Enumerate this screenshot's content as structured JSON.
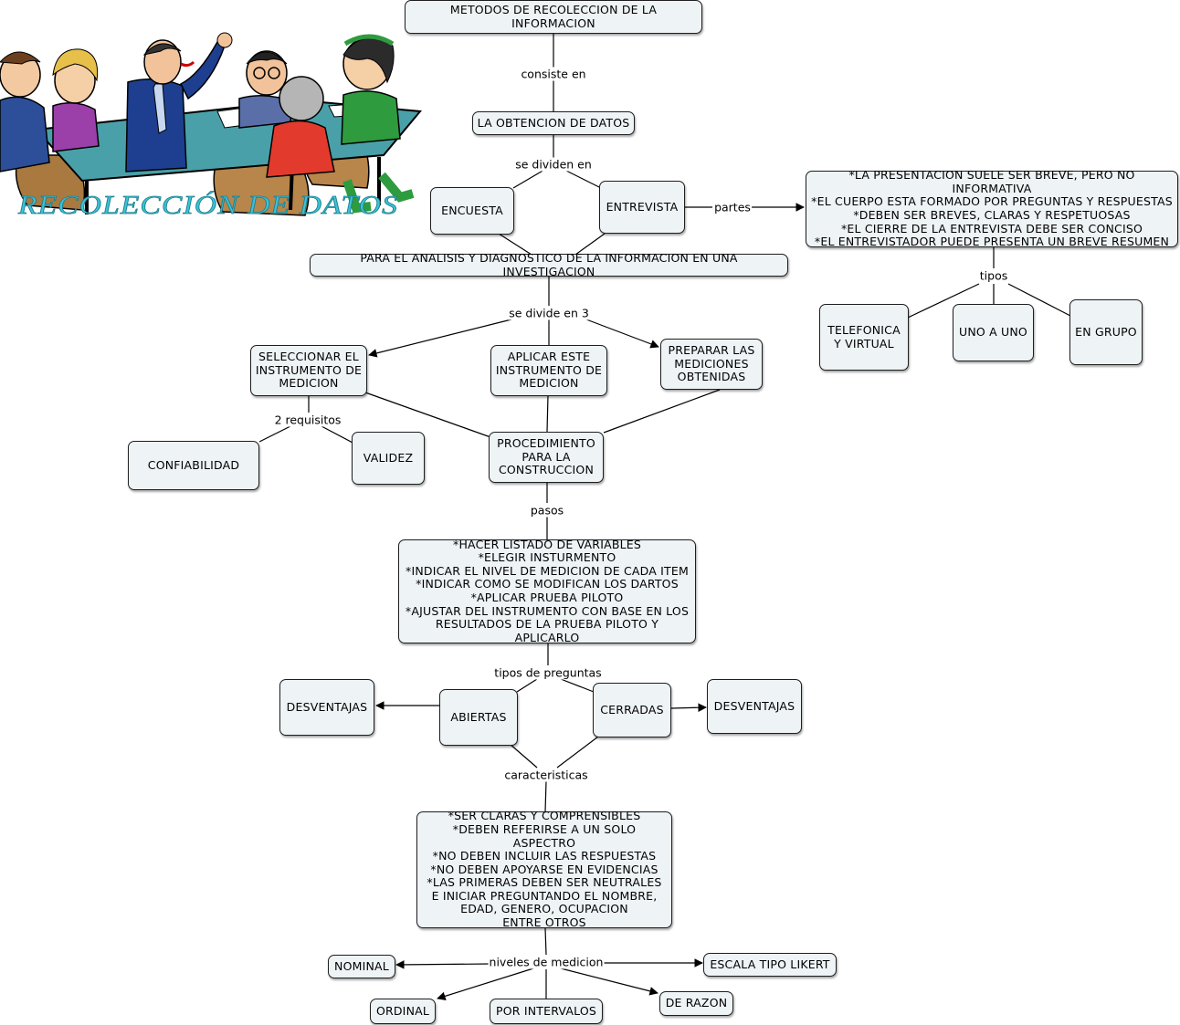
{
  "diagram": {
    "nodes": {
      "root": "METODOS DE RECOLECCION DE LA INFORMACION",
      "obtencion": "LA OBTENCION DE DATOS",
      "encuesta": "ENCUESTA",
      "entrevista": "ENTREVISTA",
      "partes": "*LA PRESENTACION SUELE SER BREVE, PERO NO INFORMATIVA\n*EL CUERPO ESTA FORMADO POR PREGUNTAS Y RESPUESTAS\n*DEBEN SER BREVES, CLARAS Y RESPETUOSAS\n*EL CIERRE DE LA ENTREVISTA DEBE SER CONCISO\n*EL ENTREVISTADOR PUEDE PRESENTA UN BREVE RESUMEN",
      "telefonica": "TELEFONICA\nY VIRTUAL",
      "uno_a_uno": "UNO A UNO",
      "en_grupo": "EN GRUPO",
      "analisis": "PARA EL ANALISIS Y DIAGNOSTICO DE LA INFORMACION EN UNA INVESTIGACION",
      "seleccionar": "SELECCIONAR EL\nINSTRUMENTO DE\nMEDICION",
      "aplicar": "APLICAR ESTE\nINSTRUMENTO DE\nMEDICION",
      "preparar": "PREPARAR LAS\nMEDICIONES\nOBTENIDAS",
      "confiabilidad": "CONFIABILIDAD",
      "validez": "VALIDEZ",
      "procedimiento": "PROCEDIMIENTO\nPARA LA\nCONSTRUCCION",
      "pasos_list": "*HACER LISTADO DE VARIABLES\n*ELEGIR INSTURMENTO\n*INDICAR EL NIVEL DE MEDICION DE CADA ITEM\n*INDICAR COMO SE MODIFICAN LOS DARTOS\n*APLICAR PRUEBA PILOTO\n*AJUSTAR DEL INSTRUMENTO CON BASE EN LOS\nRESULTADOS DE LA PRUEBA PILOTO Y APLICARLO",
      "desventajas_left": "DESVENTAJAS",
      "abiertas": "ABIERTAS",
      "cerradas": "CERRADAS",
      "desventajas_right": "DESVENTAJAS",
      "caracteristicas_list": "*SER CLARAS Y COMPRENSIBLES\n*DEBEN REFERIRSE A UN SOLO ASPECTRO\n*NO DEBEN INCLUIR LAS RESPUESTAS\n*NO DEBEN APOYARSE EN EVIDENCIAS\n*LAS PRIMERAS DEBEN SER NEUTRALES\nE INICIAR PREGUNTANDO EL NOMBRE,\nEDAD, GENERO, OCUPACION\nENTRE OTROS",
      "nominal": "NOMINAL",
      "ordinal": "ORDINAL",
      "por_intervalos": "POR INTERVALOS",
      "de_razon": "DE RAZON",
      "likert": "ESCALA TIPO LIKERT"
    },
    "links": {
      "consiste_en": "consiste en",
      "se_dividen_en": "se dividen en",
      "partes": "partes",
      "tipos": "tipos",
      "se_divide_en_3": "se divide en 3",
      "requisitos": "2 requisitos",
      "pasos": "pasos",
      "tipos_de_preguntas": "tipos de preguntas",
      "caracteristicas": "caracteristicas",
      "niveles_de_medicion": "niveles de medicion"
    }
  },
  "illustration": {
    "caption": "RECOLECCIÓN DE DATOS",
    "caption_color": "#3cc3d8",
    "table_color": "#4aa0a8"
  },
  "colors": {
    "node_fill": "#eef3f6",
    "node_border": "#1e1e1e",
    "link": "#000000"
  }
}
